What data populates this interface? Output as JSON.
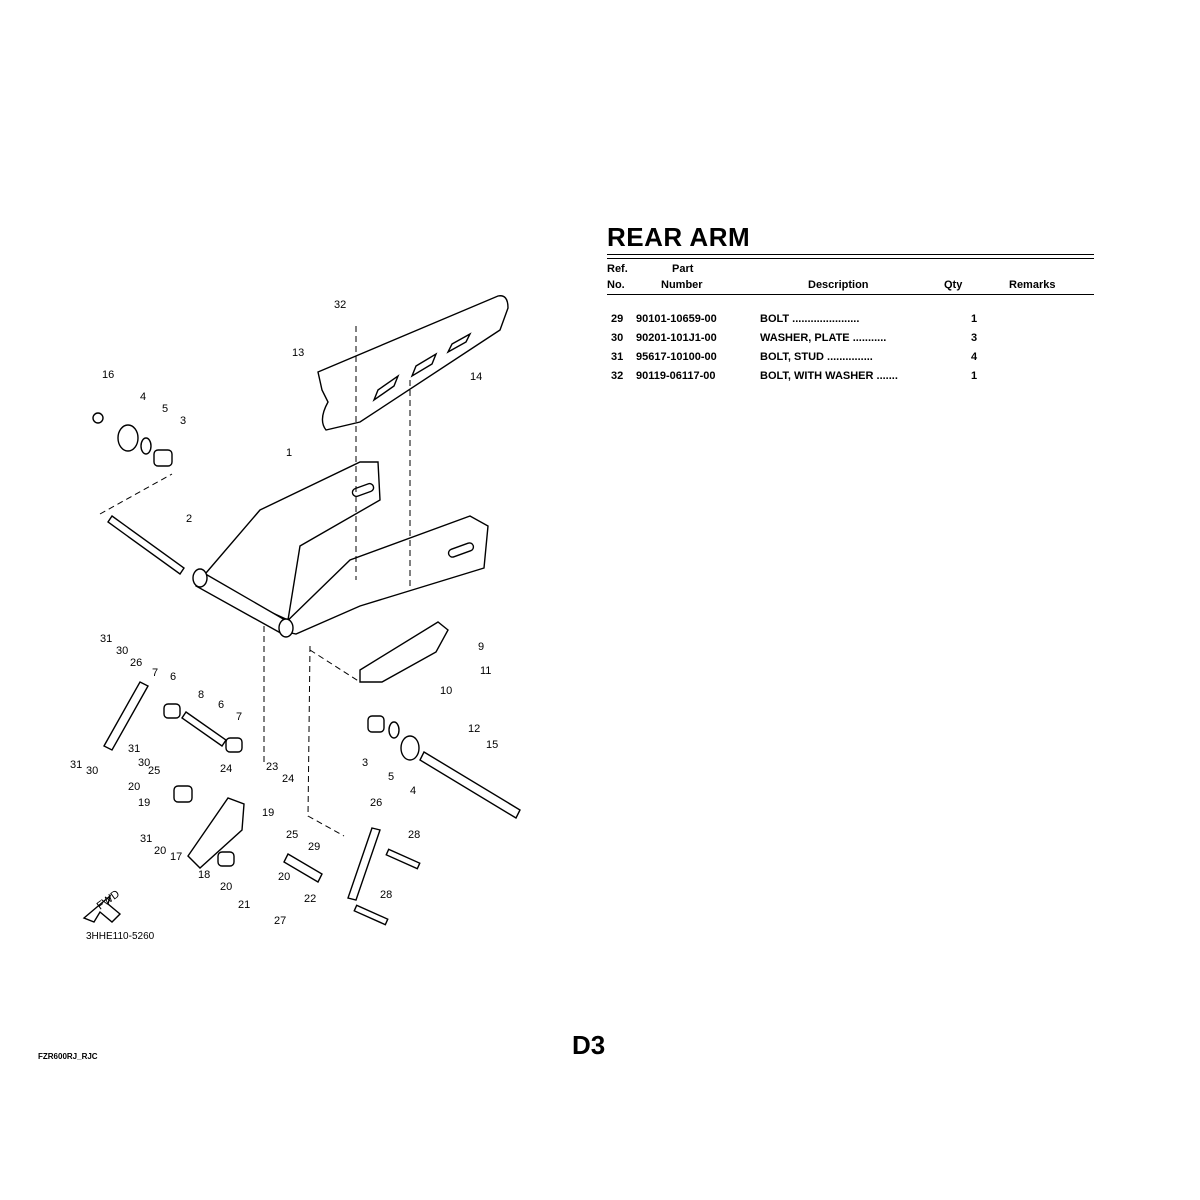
{
  "header": {
    "title": "REAR ARM",
    "columns": {
      "ref_line1": "Ref.",
      "ref_line2": "No.",
      "part_line1": "Part",
      "part_line2": "Number",
      "description": "Description",
      "qty": "Qty",
      "remarks": "Remarks"
    }
  },
  "parts": [
    {
      "ref": "29",
      "part_number": "90101-10659-00",
      "description": "BOLT ......................",
      "qty": "1",
      "remarks": ""
    },
    {
      "ref": "30",
      "part_number": "90201-101J1-00",
      "description": "WASHER, PLATE ...........",
      "qty": "3",
      "remarks": ""
    },
    {
      "ref": "31",
      "part_number": "95617-10100-00",
      "description": "BOLT, STUD ...............",
      "qty": "4",
      "remarks": ""
    },
    {
      "ref": "32",
      "part_number": "90119-06117-00",
      "description": "BOLT, WITH WASHER .......",
      "qty": "1",
      "remarks": ""
    }
  ],
  "diagram": {
    "code": "3HHE110-5260",
    "fwd_label": "FWD",
    "callouts": [
      "32",
      "13",
      "14",
      "16",
      "4",
      "5",
      "3",
      "1",
      "2",
      "9",
      "11",
      "10",
      "12",
      "31",
      "30",
      "26",
      "7",
      "6",
      "8",
      "6",
      "7",
      "31",
      "30",
      "31",
      "30",
      "25",
      "24",
      "23",
      "24",
      "20",
      "19",
      "25",
      "19",
      "29",
      "31",
      "20",
      "17",
      "18",
      "20",
      "21",
      "20",
      "27",
      "22",
      "3",
      "5",
      "4",
      "15",
      "26",
      "28",
      "28"
    ]
  },
  "footer": {
    "page_id": "D3",
    "model_code": "FZR600RJ_RJC"
  }
}
